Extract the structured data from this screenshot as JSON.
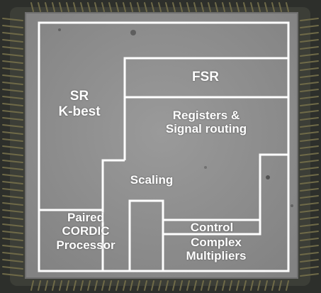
{
  "blocks": {
    "sr_kbest": {
      "line1": "SR",
      "line2": "K-best"
    },
    "fsr": {
      "label": "FSR"
    },
    "registers": {
      "line1": "Registers &",
      "line2": "Signal routing"
    },
    "scaling": {
      "label": "Scaling"
    },
    "cordic": {
      "line1": "Paired",
      "line2": "CORDIC",
      "line3": "Processor"
    },
    "control": {
      "label": "Control"
    },
    "multipliers": {
      "line1": "Complex",
      "line2": "Multipliers"
    }
  },
  "colors": {
    "die": "#8e8e8e",
    "outline": "#ffffff",
    "frame": "#2d2f2b",
    "pins": "#6f6a48"
  }
}
